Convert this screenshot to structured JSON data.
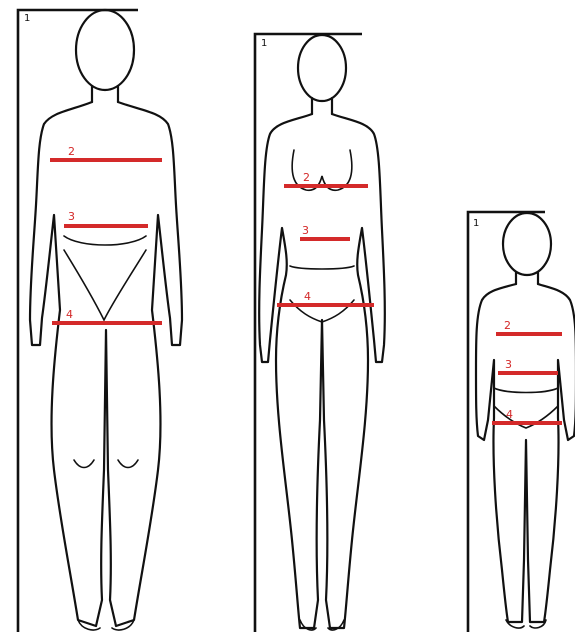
{
  "colors": {
    "outline": "#111111",
    "measure": "#d42a2a",
    "background": "#ffffff"
  },
  "figures": [
    {
      "label": "man",
      "markers": {
        "height": "1",
        "chest": "2",
        "waist": "3",
        "hips": "4"
      }
    },
    {
      "label": "woman",
      "markers": {
        "height": "1",
        "chest": "2",
        "waist": "3",
        "hips": "4"
      }
    },
    {
      "label": "child",
      "markers": {
        "height": "1",
        "chest": "2",
        "waist": "3",
        "hips": "4"
      }
    }
  ]
}
